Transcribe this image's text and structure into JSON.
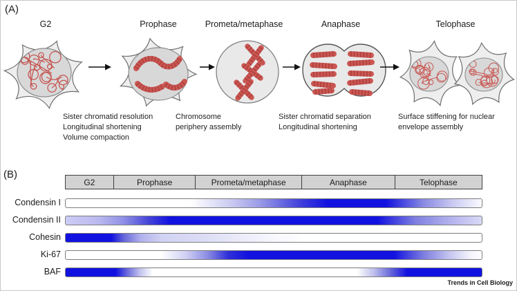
{
  "panel_a": {
    "label": "(A)",
    "stage_labels": [
      "G2",
      "Prophase",
      "Prometa/metaphase",
      "Anaphase",
      "Telophase"
    ],
    "annotations": [
      {
        "lines": [
          "Sister chromatid resolution",
          "Longitudinal shortening",
          "Volume compaction"
        ]
      },
      {
        "lines": [
          "Chromosome",
          "periphery assembly"
        ]
      },
      {
        "lines": [
          "Sister chromatid separation",
          "Longitudinal shortening"
        ]
      },
      {
        "lines": [
          "Surface stiffening for nuclear",
          "envelope assembly"
        ]
      }
    ]
  },
  "panel_b": {
    "label": "(B)",
    "phases": [
      "G2",
      "Prophase",
      "Prometa/metaphase",
      "Anaphase",
      "Telophase"
    ],
    "phase_width_pct": [
      11.6,
      19.7,
      25.5,
      22.4,
      20.8
    ],
    "rows": [
      {
        "label": "Condensin I",
        "gradient": [
          {
            "c": "#ffffff",
            "p": 0
          },
          {
            "c": "#ffffff",
            "p": 30
          },
          {
            "c": "#c9c9f2",
            "p": 40
          },
          {
            "c": "#9898e6",
            "p": 47
          },
          {
            "c": "#4343dc",
            "p": 56
          },
          {
            "c": "#1212e0",
            "p": 63
          },
          {
            "c": "#1212e0",
            "p": 77
          },
          {
            "c": "#8a8ae2",
            "p": 86
          },
          {
            "c": "#c9c9f2",
            "p": 93
          },
          {
            "c": "#fbfbff",
            "p": 100
          }
        ]
      },
      {
        "label": "Condensin II",
        "gradient": [
          {
            "c": "#ccccf5",
            "p": 0
          },
          {
            "c": "#b9b9ef",
            "p": 8
          },
          {
            "c": "#8f8fe6",
            "p": 14
          },
          {
            "c": "#4444d8",
            "p": 20
          },
          {
            "c": "#1212e0",
            "p": 25
          },
          {
            "c": "#1212e0",
            "p": 75
          },
          {
            "c": "#7f7fe0",
            "p": 84
          },
          {
            "c": "#aaaaec",
            "p": 91
          },
          {
            "c": "#d9d9f6",
            "p": 100
          }
        ]
      },
      {
        "label": "Cohesin",
        "gradient": [
          {
            "c": "#1212e0",
            "p": 0
          },
          {
            "c": "#1212e0",
            "p": 11
          },
          {
            "c": "#6666da",
            "p": 14
          },
          {
            "c": "#b0b0ec",
            "p": 18
          },
          {
            "c": "#d2d2f4",
            "p": 23
          },
          {
            "c": "#dcdcf6",
            "p": 33
          },
          {
            "c": "#ebebfa",
            "p": 42
          },
          {
            "c": "#f7f7fd",
            "p": 50
          },
          {
            "c": "#ffffff",
            "p": 58
          },
          {
            "c": "#ffffff",
            "p": 100
          }
        ]
      },
      {
        "label": "Ki-67",
        "gradient": [
          {
            "c": "#ffffff",
            "p": 0
          },
          {
            "c": "#ffffff",
            "p": 23
          },
          {
            "c": "#cfcff4",
            "p": 29
          },
          {
            "c": "#8e8ee4",
            "p": 34
          },
          {
            "c": "#3030d8",
            "p": 39
          },
          {
            "c": "#1212e0",
            "p": 44
          },
          {
            "c": "#1212e0",
            "p": 79
          },
          {
            "c": "#7d7de0",
            "p": 86
          },
          {
            "c": "#c2c2f0",
            "p": 92
          },
          {
            "c": "#f2f2fc",
            "p": 97
          },
          {
            "c": "#ffffff",
            "p": 100
          }
        ]
      },
      {
        "label": "BAF",
        "gradient": [
          {
            "c": "#1212e0",
            "p": 0
          },
          {
            "c": "#1212e0",
            "p": 12
          },
          {
            "c": "#7070dc",
            "p": 15
          },
          {
            "c": "#c6c6f0",
            "p": 18
          },
          {
            "c": "#ffffff",
            "p": 21
          },
          {
            "c": "#ffffff",
            "p": 70
          },
          {
            "c": "#c0c0ee",
            "p": 74
          },
          {
            "c": "#6a6ada",
            "p": 78
          },
          {
            "c": "#1212e0",
            "p": 82
          },
          {
            "c": "#1212e0",
            "p": 100
          }
        ]
      }
    ]
  },
  "footer": {
    "journal": "Trends in Cell Biology"
  },
  "colors": {
    "accent_blue": "#1212e0",
    "light_blue": "#ccccf5",
    "header_gray": "#d2d2d2",
    "chromatin_red": "#c5534f"
  }
}
